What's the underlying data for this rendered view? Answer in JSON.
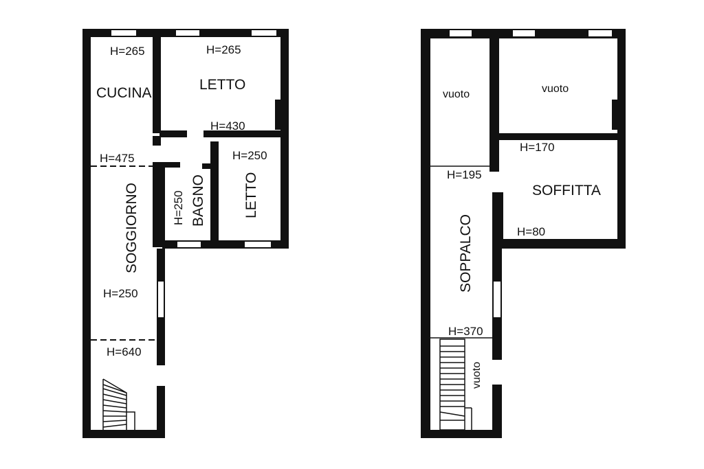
{
  "colors": {
    "wall": "#111111",
    "background": "#ffffff"
  },
  "ground_floor": {
    "rooms": {
      "cucina": "CUCINA",
      "letto_top": "LETTO",
      "letto_right": "LETTO",
      "bagno": "BAGNO",
      "soggiorno": "SOGGIORNO"
    },
    "heights": {
      "cucina": "H=265",
      "letto_top": "H=265",
      "letto_top_bottom": "H=430",
      "corridor": "H=475",
      "letto_right": "H=250",
      "bagno": "H=250",
      "soggiorno": "H=250",
      "entrance": "H=640"
    }
  },
  "upper_floor": {
    "rooms": {
      "vuoto_left": "vuoto",
      "vuoto_right": "vuoto",
      "soffitta": "SOFFITTA",
      "soppalco": "SOPPALCO",
      "vuoto_stairs": "vuoto"
    },
    "heights": {
      "soffitta_top": "H=170",
      "soppalco_top": "H=195",
      "soffitta_bottom": "H=80",
      "soppalco_bottom": "H=370"
    }
  }
}
